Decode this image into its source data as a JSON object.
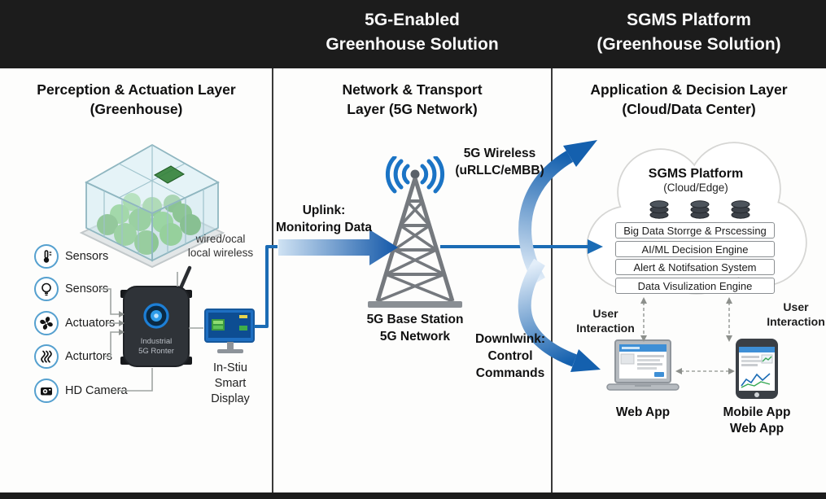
{
  "header": {
    "title_mid_line1": "5G-Enabled",
    "title_mid_line2": "Greenhouse Solution",
    "title_right_line1": "SGMS Platform",
    "title_right_line2": "(Greenhouse Solution)"
  },
  "left": {
    "heading_line1": "Perception & Actuation Layer",
    "heading_line2": "(Greenhouse)",
    "link_note_line1": "wired/ocal",
    "link_note_line2": "local wireless",
    "devices": [
      {
        "icon": "thermometer-icon",
        "label": "Sensors"
      },
      {
        "icon": "bulb-icon",
        "label": "Sensors"
      },
      {
        "icon": "fan-icon",
        "label": "Actuators"
      },
      {
        "icon": "heater-icon",
        "label": "Acturtors"
      },
      {
        "icon": "camera-icon",
        "label": "HD Camera"
      }
    ],
    "router_line1": "Industrial",
    "router_line2": "5G Ronter",
    "display_label_line1": "In-Stiu",
    "display_label_line2": "Smart Display"
  },
  "network": {
    "heading_line1": "Network & Transport",
    "heading_line2": "Layer (5G Network)",
    "uplink_line1": "Uplink:",
    "uplink_line2": "Monitoring Data",
    "wireless_line1": "5G Wireless",
    "wireless_line2": "(uRLLC/eMBB)",
    "station_line1": "5G Base Station",
    "station_line2": "5G Network",
    "downlink_line1": "Downlwink:",
    "downlink_line2": "Control",
    "downlink_line3": "Commands"
  },
  "cloud": {
    "heading_line1": "Application & Decision Layer",
    "heading_line2": "(Cloud/Data Center)",
    "platform_title": "SGMS Platform",
    "platform_subtitle": "(Cloud/Edge)",
    "modules": [
      "Big Data Storrge & Prscessing",
      "AI/ML Decision Engine",
      "Alert & Notifsation System",
      "Data Visulization Engine"
    ],
    "user_interaction_left_line1": "User",
    "user_interaction_left_line2": "Interaction",
    "user_interaction_right_line1": "User",
    "user_interaction_right_line2": "Interaction",
    "web_app_label": "Web App",
    "mobile_app_label_line1": "Mobile App",
    "mobile_app_label_line2": "Web App"
  },
  "colors": {
    "accent_blue": "#1b6cb5",
    "header_bg": "#1c1c1c",
    "tower_gray": "#75797e",
    "box_border": "#8b8f92"
  }
}
